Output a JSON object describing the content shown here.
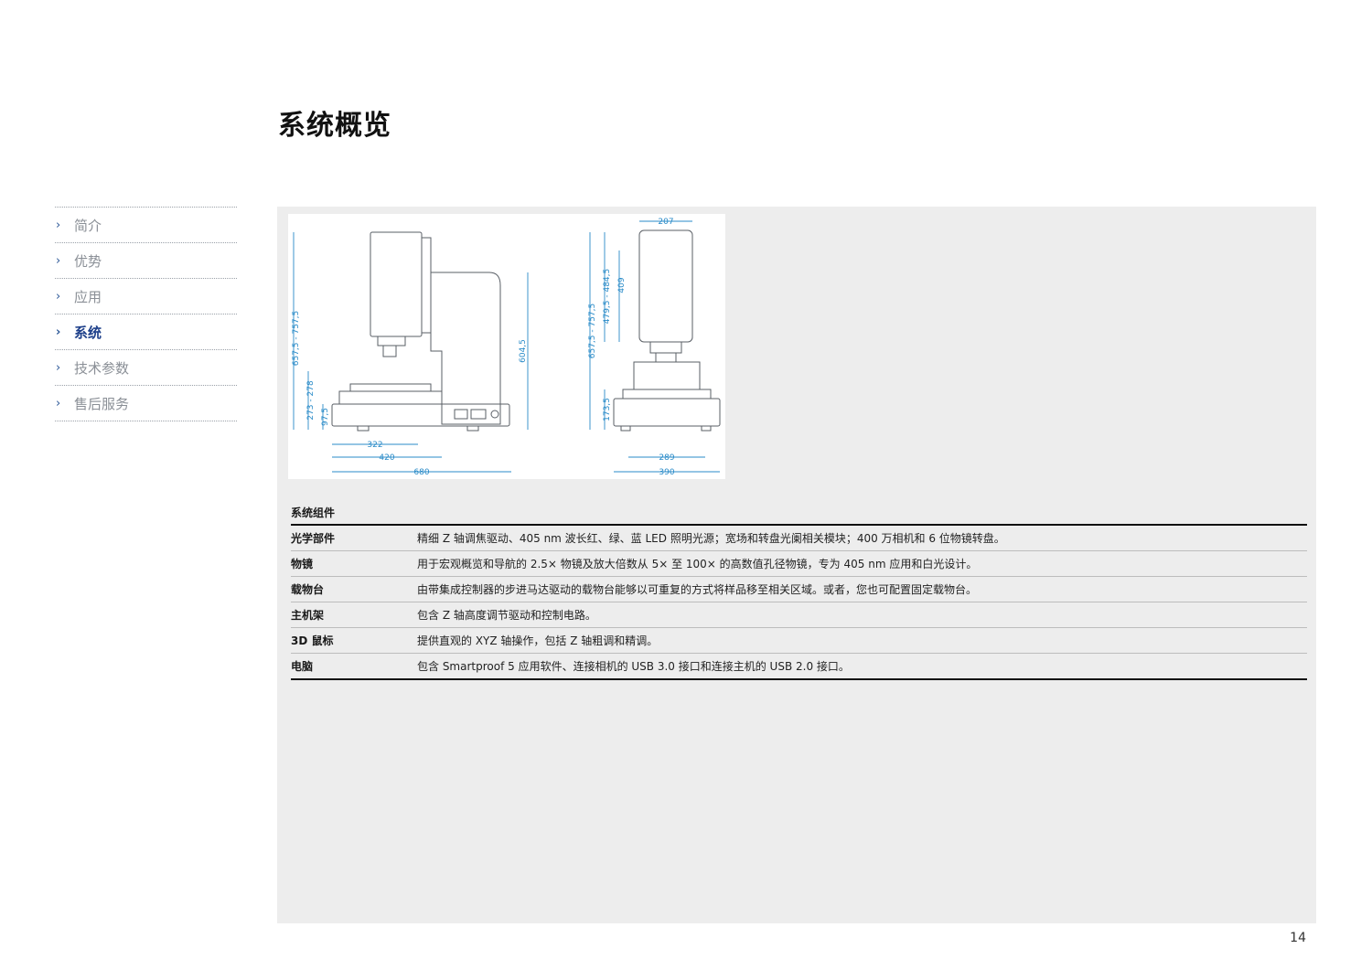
{
  "page": {
    "title": "系统概览",
    "number": "14"
  },
  "sidebar": {
    "items": [
      {
        "label": "简介",
        "active": false
      },
      {
        "label": "优势",
        "active": false
      },
      {
        "label": "应用",
        "active": false
      },
      {
        "label": "系统",
        "active": true
      },
      {
        "label": "技术参数",
        "active": false
      },
      {
        "label": "售后服务",
        "active": false
      }
    ]
  },
  "drawing": {
    "side_view": {
      "total_height": "657,5 - 757,5",
      "stage_height": "273 - 278",
      "base_height": "97,5",
      "column_height": "604,5",
      "w1": "322",
      "w2": "420",
      "w3": "680"
    },
    "front_view": {
      "top_width": "207",
      "total_height": "657,5 - 757,5",
      "head_height": "479,5 - 484,5",
      "head_inner": "409",
      "base_height": "173,5",
      "w1": "289",
      "w2": "390"
    },
    "line_color": "#2a8bc8"
  },
  "table": {
    "title": "系统组件",
    "rows": [
      {
        "key": "光学部件",
        "value": "精细 Z 轴调焦驱动、405 nm 波长红、绿、蓝 LED 照明光源；宽场和转盘光阑相关模块；400 万相机和 6 位物镜转盘。"
      },
      {
        "key": "物镜",
        "value": "用于宏观概览和导航的 2.5× 物镜及放大倍数从 5× 至 100× 的高数值孔径物镜，专为 405 nm 应用和白光设计。"
      },
      {
        "key": "载物台",
        "value": "由带集成控制器的步进马达驱动的载物台能够以可重复的方式将样品移至相关区域。或者，您也可配置固定载物台。"
      },
      {
        "key": "主机架",
        "value": "包含 Z 轴高度调节驱动和控制电路。"
      },
      {
        "key": "3D 鼠标",
        "value": "提供直观的 XYZ 轴操作，包括 Z 轴粗调和精调。"
      },
      {
        "key": "电脑",
        "value": "包含 Smartproof 5 应用软件、连接相机的 USB 3.0 接口和连接主机的 USB 2.0 接口。"
      }
    ]
  }
}
